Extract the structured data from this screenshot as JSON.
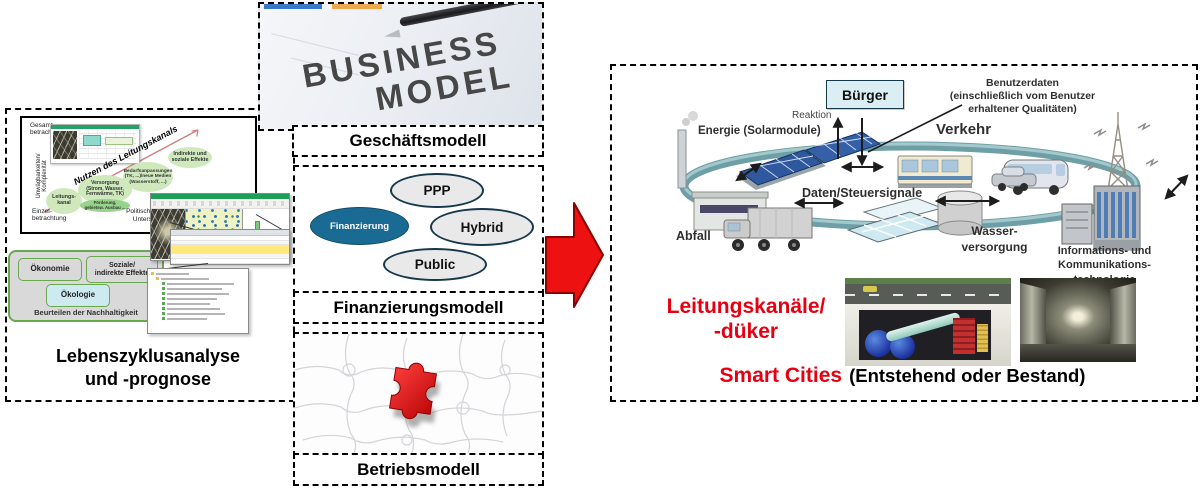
{
  "left_panel": {
    "title": "Lebenszyklusanalyse\nund -prognose",
    "chart": {
      "y_axis_label": "Unwägbarkeiten/\nKomplexität",
      "x_axis_label": "Politische(r) Wille /\nUnterstützung",
      "top_left_label": "Gesamt-\nbetrachtung",
      "bottom_left_label": "Einzel-\nbetrachtung",
      "diagonal_label": "Nutzen des Leitungskanals",
      "bubbles": [
        {
          "label": "Leitungs-\nkanal"
        },
        {
          "label": "Versorgung\n(Strom, Wasser,\nFernwärme, TK)"
        },
        {
          "label": "Förderung,\ngebietsw. Ausbau ..."
        },
        {
          "label": "Bedarfsanpassungen\n(TK, ...)/neue Medien\n(Wasserstoff, ...)"
        },
        {
          "label": "Indirekte und\nsoziale Effekte"
        }
      ]
    },
    "sustainability": {
      "economy": "Ökonomie",
      "social": "Soziale/\nindirekte Effekte",
      "ecology": "Ökologie",
      "caption": "Beurteilen der Nachhaltigkeit"
    }
  },
  "middle_column": {
    "business_photo": {
      "line1": "BUSINESS",
      "line2": "MODEL"
    },
    "geschaeftsmodell_label": "Geschäftsmodell",
    "finanzierungsmodell_label": "Finanzierungsmodell",
    "betriebsmodell_label": "Betriebsmodell",
    "financing": {
      "main": "Finanzierung",
      "options": [
        {
          "label": "PPP"
        },
        {
          "label": "Hybrid"
        },
        {
          "label": "Public"
        }
      ]
    }
  },
  "right_panel": {
    "buerger": "Bürger",
    "benutzerdaten": "Benutzerdaten\n(einschließlich vom Benutzer\nerhaltener Qualitäten)",
    "reaktion": "Reaktion",
    "energie": "Energie (Solarmodule)",
    "verkehr": "Verkehr",
    "daten_steuersignale": "Daten/Steuersignale",
    "abfall": "Abfall",
    "wasserversorgung": "Wasser-\nversorgung",
    "ikt": "Informations- und\nKommunikations-\ntechnologie",
    "leitungskanaele": "Leitungskanäle/\n-düker",
    "smart_cities": "Smart Cities",
    "smart_cities_suffix": "(Entstehend oder Bestand)"
  },
  "colors": {
    "accent_red": "#e60012",
    "arrow_red": "#ee1111",
    "teal_ellipse": "#1a6b93",
    "bubble_green": "#cfe9bd",
    "bubble_green_dark": "#96d489",
    "green_border": "#6aa84f",
    "buerger_fill": "#daeef3",
    "ring_teal": "#558e96"
  }
}
